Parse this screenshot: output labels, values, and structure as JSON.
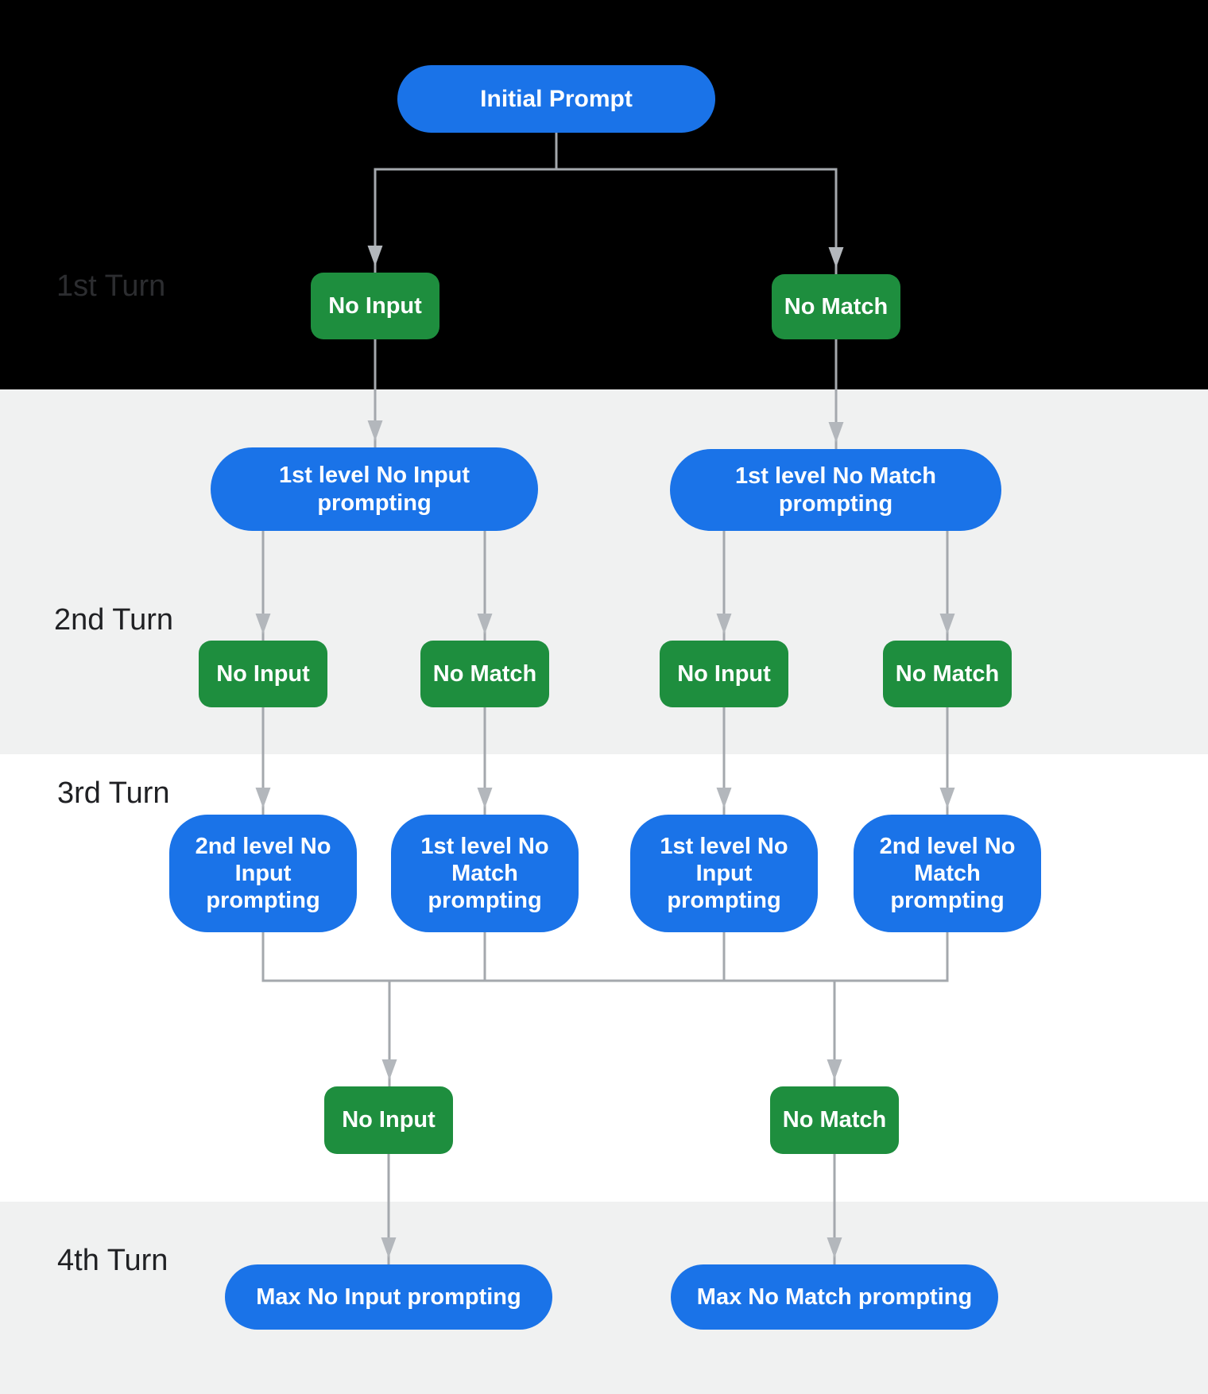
{
  "diagram": {
    "turn_labels": [
      {
        "id": "turn-1",
        "text": "1st Turn"
      },
      {
        "id": "turn-2",
        "text": "2nd Turn"
      },
      {
        "id": "turn-3",
        "text": "3rd Turn"
      },
      {
        "id": "turn-4",
        "text": "4th Turn"
      }
    ],
    "nodes": {
      "initial_prompt": {
        "type": "prompt",
        "label": "Initial Prompt"
      },
      "t1_no_input": {
        "type": "event",
        "label": "No Input"
      },
      "t1_no_match": {
        "type": "event",
        "label": "No Match"
      },
      "l1_no_input_prompting": {
        "type": "prompt",
        "label": "1st level No Input\nprompting"
      },
      "l1_no_match_prompting": {
        "type": "prompt",
        "label": "1st level No Match\nprompting"
      },
      "t2_no_input_left": {
        "type": "event",
        "label": "No Input"
      },
      "t2_no_match_left": {
        "type": "event",
        "label": "No Match"
      },
      "t2_no_input_right": {
        "type": "event",
        "label": "No Input"
      },
      "t2_no_match_right": {
        "type": "event",
        "label": "No Match"
      },
      "l2_no_input_prompting": {
        "type": "prompt",
        "label": "2nd level No\nInput\nprompting"
      },
      "l1_no_match_prompting_b": {
        "type": "prompt",
        "label": "1st level No\nMatch\nprompting"
      },
      "l1_no_input_prompting_b": {
        "type": "prompt",
        "label": "1st level No\nInput\nprompting"
      },
      "l2_no_match_prompting": {
        "type": "prompt",
        "label": "2nd level No\nMatch\nprompting"
      },
      "t4_no_input": {
        "type": "event",
        "label": "No Input"
      },
      "t4_no_match": {
        "type": "event",
        "label": "No Match"
      },
      "max_no_input_prompting": {
        "type": "prompt",
        "label": "Max No Input prompting"
      },
      "max_no_match_prompting": {
        "type": "prompt",
        "label": "Max No Match prompting"
      }
    },
    "colors": {
      "prompt_fill": "#1a73e8",
      "event_fill": "#1e8e3e",
      "connector": "#a4a8ad",
      "arrowhead": "#b3b7bc",
      "band_1": "#000000",
      "band_2": "#f0f1f1",
      "band_3": "#ffffff",
      "band_4": "#f0f1f1",
      "label_dark_band": "#2c2d30",
      "label_light_band": "#202124",
      "node_text": "#ffffff"
    }
  }
}
